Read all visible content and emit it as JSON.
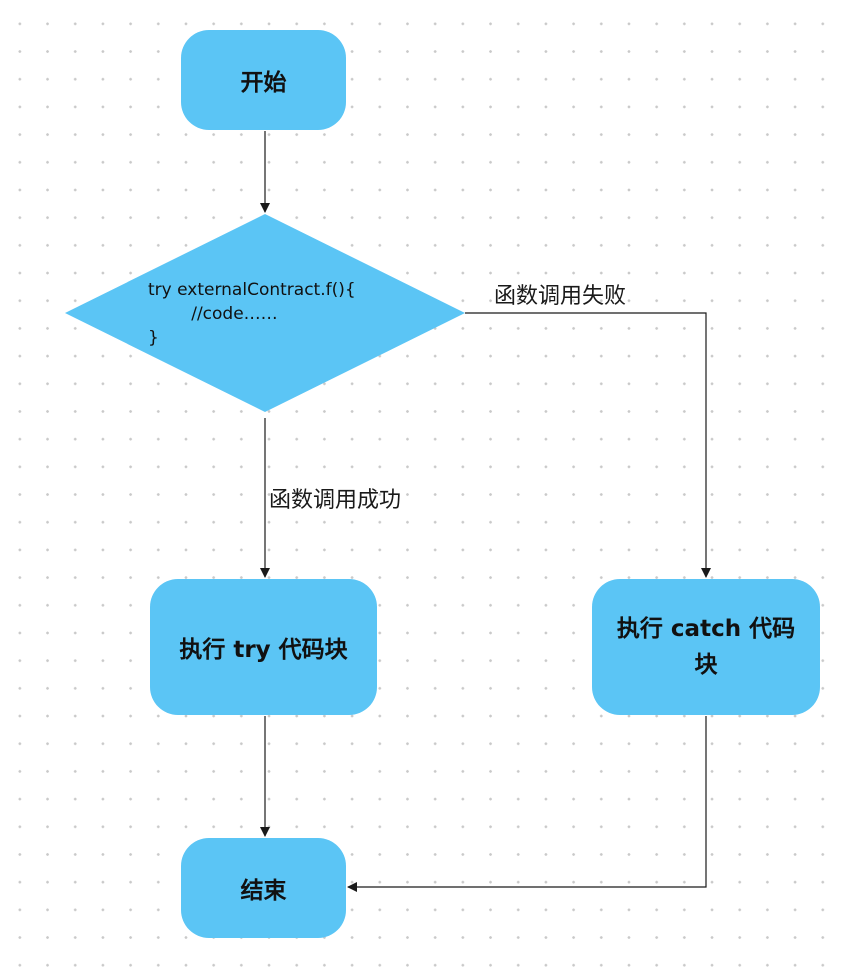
{
  "nodes": {
    "start": "开始",
    "decision_lines": [
      "try externalContract.f(){",
      "        //code……",
      "}"
    ],
    "try_block": "执行 try 代码块",
    "catch_block": "执行 catch 代码块",
    "end": "结束"
  },
  "edges": {
    "fail_label": "函数调用失败",
    "success_label": "函数调用成功"
  },
  "colors": {
    "node_fill": "#5bc5f5",
    "edge_stroke": "#1a1a1a",
    "grid_dot": "#c9c9c9"
  }
}
